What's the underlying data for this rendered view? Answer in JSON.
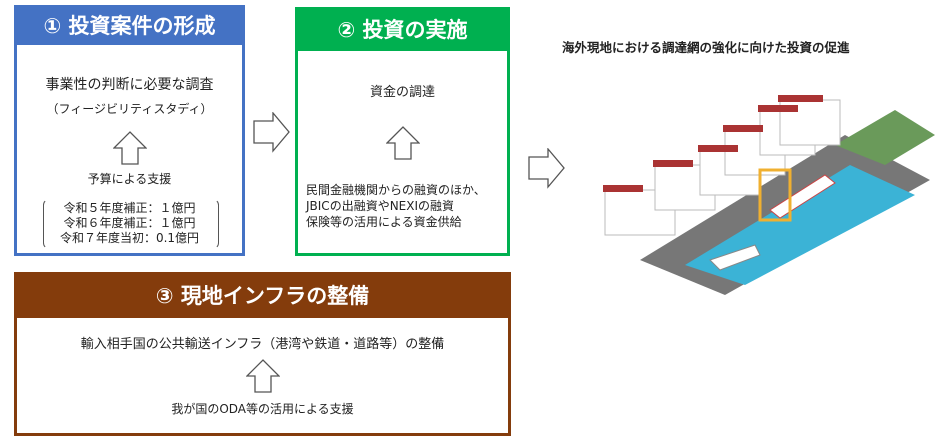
{
  "box1": {
    "title": "① 投資案件の形成",
    "line1": "事業性の判断に必要な調査",
    "line2": "（フィージビリティスタディ）",
    "support": "予算による支援",
    "budget": [
      "令和５年度補正：１億円",
      "令和６年度補正：１億円",
      "令和７年度当初：0.1億円"
    ]
  },
  "box2": {
    "title": "② 投資の実施",
    "line1": "資金の調達",
    "desc": [
      "民間金融機関からの融資のほか、",
      "JBICの出融資やNEXIの融資",
      "保険等の活用による資金供給"
    ]
  },
  "box3": {
    "title": "③ 現地インフラの整備",
    "line1": "輸入相手国の公共輸送インフラ（港湾や鉄道・道路等）の整備",
    "support": "我が国のODA等の活用による支援"
  },
  "right": {
    "title": "海外現地における調達網の強化に向けた投資の促進"
  },
  "colors": {
    "blue": "#4472C4",
    "green": "#00B050",
    "brown": "#843C0C"
  }
}
